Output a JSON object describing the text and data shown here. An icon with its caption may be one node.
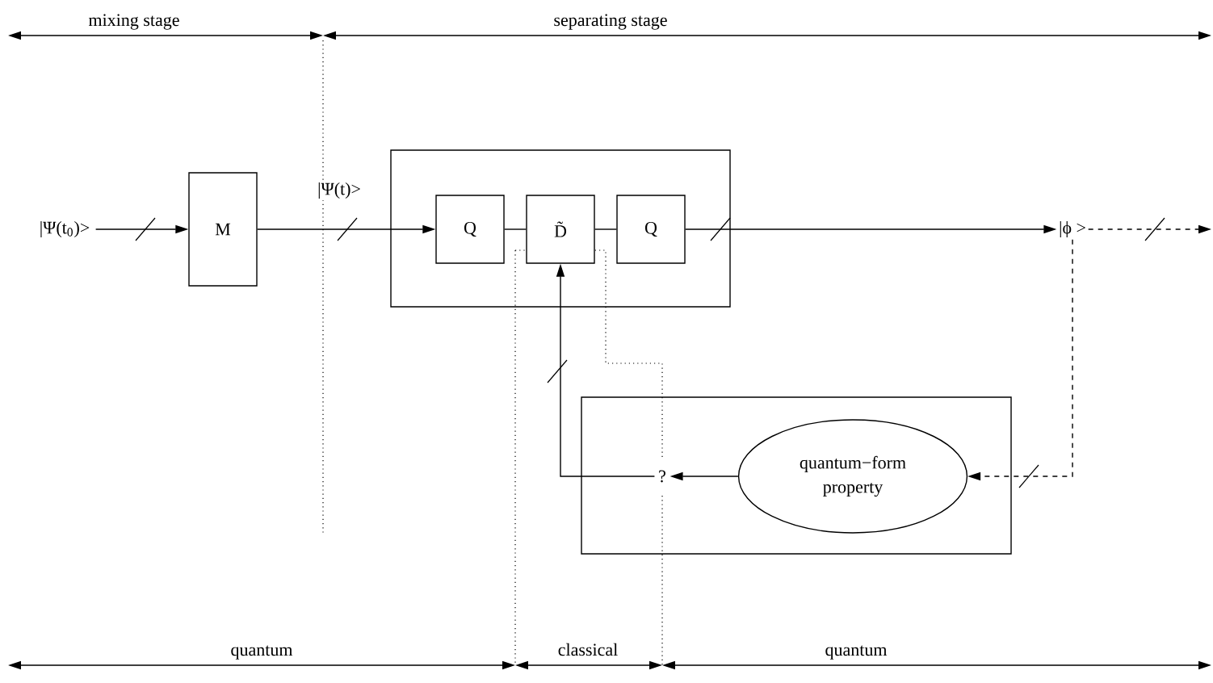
{
  "diagram": {
    "nodes": [
      {
        "text": [
          "|Ψ(t$_{0}$)>"
        ]
      },
      {
        "text": [
          "M"
        ]
      },
      {
        "text": [],
        "shape": "box"
      },
      {
        "text": [
          "Q"
        ],
        "in": 2
      },
      {
        "text": [
          "D̃"
        ],
        "in": 2
      },
      {
        "text": [
          "Q"
        ],
        "in": 2
      },
      {
        "text": [
          "|ϕ >"
        ]
      },
      {
        "text": [],
        "shape": "box"
      },
      {
        "text": [
          "quantum−form property"
        ],
        "in": 7
      },
      {
        "text": [
          "?"
        ],
        "in": 7
      }
    ],
    "edges": [
      {
        "from": 0,
        "to": 1,
        "arrow": "to"
      },
      {
        "from": 1,
        "to": 3,
        "arrow": "to",
        "label": "|Ψ(t)>"
      },
      {
        "from": 3,
        "to": 4,
        "arrow": "none"
      },
      {
        "from": 4,
        "to": 5,
        "arrow": "none"
      },
      {
        "from": 5,
        "to": 6,
        "arrow": "to"
      },
      {
        "from": 6,
        "to": null,
        "arrow": "to",
        "style": "dashed"
      },
      {
        "from": 6,
        "to": 8,
        "arrow": "to",
        "style": "dashed"
      },
      {
        "from": 8,
        "to": 9,
        "arrow": "to"
      },
      {
        "from": 9,
        "to": 4,
        "arrow": "to"
      }
    ],
    "labels": [
      "mixing stage",
      "separating stage",
      "quantum",
      "classical",
      "quantum"
    ]
  }
}
